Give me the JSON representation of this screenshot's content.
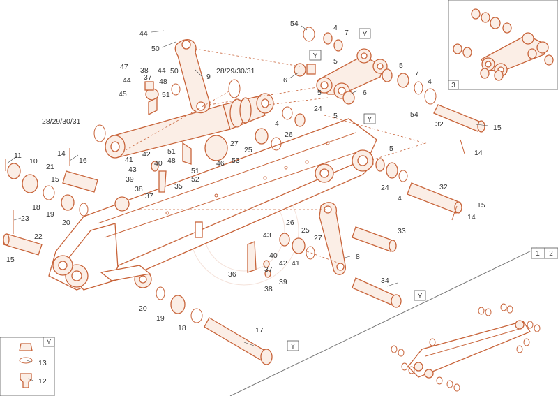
{
  "diagram": {
    "callouts": [
      {
        "id": "c44a",
        "text": "44"
      },
      {
        "id": "c50a",
        "text": "50"
      },
      {
        "id": "c9",
        "text": "9"
      },
      {
        "id": "c47",
        "text": "47"
      },
      {
        "id": "c38a",
        "text": "38"
      },
      {
        "id": "c44b",
        "text": "44"
      },
      {
        "id": "c37a",
        "text": "37"
      },
      {
        "id": "c44c",
        "text": "44"
      },
      {
        "id": "c48a",
        "text": "48"
      },
      {
        "id": "c50b",
        "text": "50"
      },
      {
        "id": "c45",
        "text": "45"
      },
      {
        "id": "c51a",
        "text": "51"
      },
      {
        "id": "c28a",
        "text": "28/29/30/31"
      },
      {
        "id": "c28b",
        "text": "28/29/30/31"
      },
      {
        "id": "c54a",
        "text": "54"
      },
      {
        "id": "c4a",
        "text": "4"
      },
      {
        "id": "c7a",
        "text": "7"
      },
      {
        "id": "c5a",
        "text": "5"
      },
      {
        "id": "c6a",
        "text": "6"
      },
      {
        "id": "c5b",
        "text": "5"
      },
      {
        "id": "c5c",
        "text": "5"
      },
      {
        "id": "c7b",
        "text": "7"
      },
      {
        "id": "c4b",
        "text": "4"
      },
      {
        "id": "c6b",
        "text": "6"
      },
      {
        "id": "c54b",
        "text": "54"
      },
      {
        "id": "c32a",
        "text": "32"
      },
      {
        "id": "c15a",
        "text": "15"
      },
      {
        "id": "c14a",
        "text": "14"
      },
      {
        "id": "c24a",
        "text": "24"
      },
      {
        "id": "c5d",
        "text": "5"
      },
      {
        "id": "c4c",
        "text": "4"
      },
      {
        "id": "c26a",
        "text": "26"
      },
      {
        "id": "c25a",
        "text": "25"
      },
      {
        "id": "c27a",
        "text": "27"
      },
      {
        "id": "c53",
        "text": "53"
      },
      {
        "id": "c46",
        "text": "46"
      },
      {
        "id": "c11",
        "text": "11"
      },
      {
        "id": "c10",
        "text": "10"
      },
      {
        "id": "c21",
        "text": "21"
      },
      {
        "id": "c14b",
        "text": "14"
      },
      {
        "id": "c16",
        "text": "16"
      },
      {
        "id": "c42a",
        "text": "42"
      },
      {
        "id": "c41a",
        "text": "41"
      },
      {
        "id": "c40a",
        "text": "40"
      },
      {
        "id": "c43a",
        "text": "43"
      },
      {
        "id": "c51b",
        "text": "51"
      },
      {
        "id": "c48b",
        "text": "48"
      },
      {
        "id": "c39a",
        "text": "39"
      },
      {
        "id": "c38b",
        "text": "38"
      },
      {
        "id": "c37b",
        "text": "37"
      },
      {
        "id": "c35",
        "text": "35"
      },
      {
        "id": "c51c",
        "text": "51"
      },
      {
        "id": "c52",
        "text": "52"
      },
      {
        "id": "c15b",
        "text": "15"
      },
      {
        "id": "c18a",
        "text": "18"
      },
      {
        "id": "c19a",
        "text": "19"
      },
      {
        "id": "c20a",
        "text": "20"
      },
      {
        "id": "c23",
        "text": "23"
      },
      {
        "id": "c22",
        "text": "22"
      },
      {
        "id": "c15c",
        "text": "15"
      },
      {
        "id": "c5e",
        "text": "5"
      },
      {
        "id": "c24b",
        "text": "24"
      },
      {
        "id": "c4d",
        "text": "4"
      },
      {
        "id": "c32b",
        "text": "32"
      },
      {
        "id": "c15d",
        "text": "15"
      },
      {
        "id": "c14c",
        "text": "14"
      },
      {
        "id": "c33",
        "text": "33"
      },
      {
        "id": "c26b",
        "text": "26"
      },
      {
        "id": "c25b",
        "text": "25"
      },
      {
        "id": "c43b",
        "text": "43"
      },
      {
        "id": "c27b",
        "text": "27"
      },
      {
        "id": "c40b",
        "text": "40"
      },
      {
        "id": "c42b",
        "text": "42"
      },
      {
        "id": "c41b",
        "text": "41"
      },
      {
        "id": "c8",
        "text": "8"
      },
      {
        "id": "c36",
        "text": "36"
      },
      {
        "id": "c37c",
        "text": "37"
      },
      {
        "id": "c39b",
        "text": "39"
      },
      {
        "id": "c38c",
        "text": "38"
      },
      {
        "id": "c34",
        "text": "34"
      },
      {
        "id": "c20b",
        "text": "20"
      },
      {
        "id": "c19b",
        "text": "19"
      },
      {
        "id": "c18b",
        "text": "18"
      },
      {
        "id": "c17",
        "text": "17"
      },
      {
        "id": "c13",
        "text": "13"
      },
      {
        "id": "c12",
        "text": "12"
      }
    ],
    "detail_tags": {
      "y": "Y",
      "view3": "3",
      "view1": "1",
      "view2": "2"
    },
    "palette": {
      "line": "#c8643a",
      "fill": "#fbeee6",
      "text": "#333333"
    }
  }
}
